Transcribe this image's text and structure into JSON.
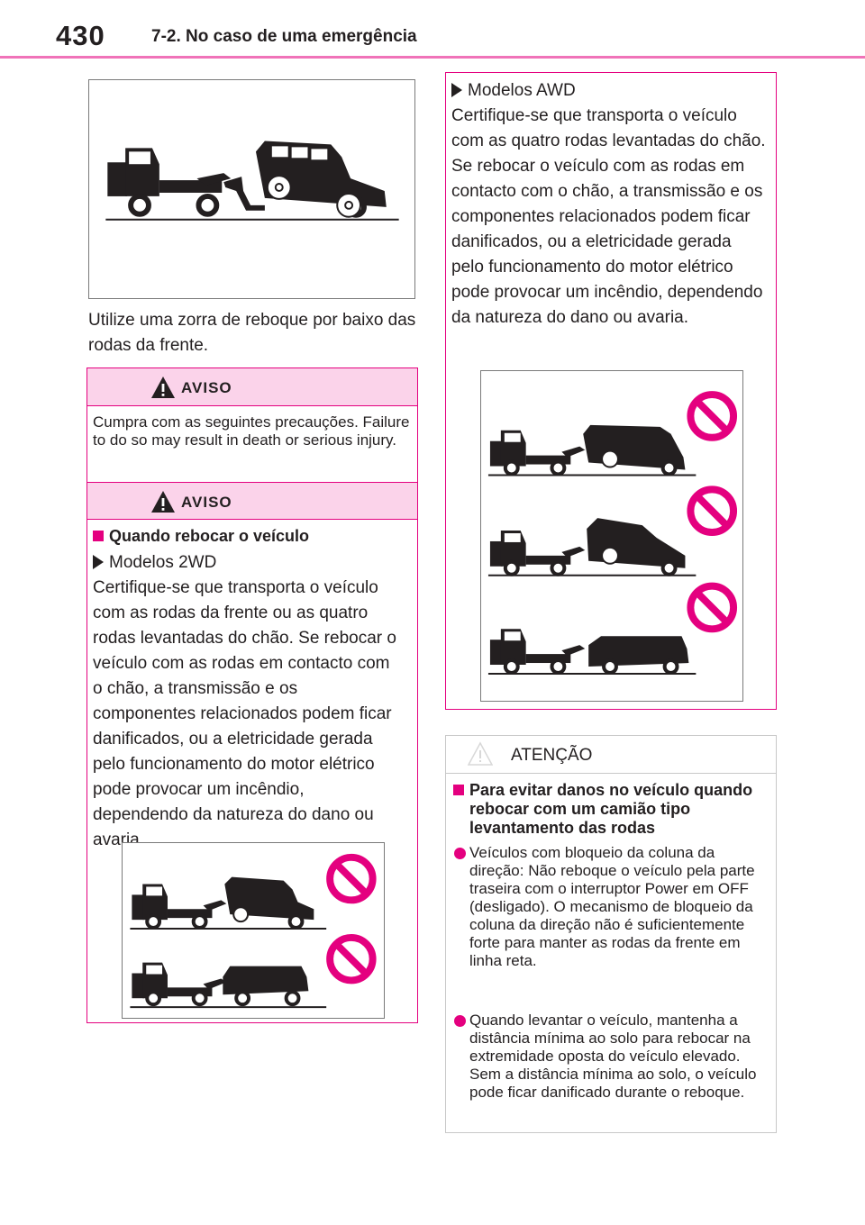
{
  "header": {
    "page_number": "430",
    "section_title": "7-2. No caso de uma emergência"
  },
  "left": {
    "figure_caption": "Utilize uma zorra de reboque por baixo das rodas da frente.",
    "warning": {
      "title1": "AVISO",
      "text1": "Cumpra com as seguintes precauções. Failure to do so may result in death or serious injury.",
      "title2": "AVISO",
      "subheading": "Quando rebocar o veículo",
      "model_label": "Modelos 2WD",
      "body": "Certifique-se que transporta o veículo com as rodas da frente ou as quatro rodas levantadas do chão. Se rebocar o veículo com as rodas em contacto com o chão, a transmissão e os componentes relacionados podem ficar danificados, ou a eletricidade gerada pelo funcionamento do motor elétrico pode provocar um incêndio, dependendo da natureza do dano ou avaria."
    }
  },
  "right": {
    "model_label": "Modelos AWD",
    "body": "Certifique-se que transporta o veículo com as quatro rodas levantadas do chão. Se rebocar o veículo com as rodas em contacto com o chão, a transmissão e os componentes relacionados podem ficar danificados, ou a eletricidade gerada pelo funcionamento do motor elétrico pode provocar um incêndio, dependendo da natureza do dano ou avaria.",
    "attention": {
      "title": "ATENÇÃO",
      "subheading": "Para evitar danos no veículo quando rebocar com um camião tipo levantamento das rodas",
      "items": [
        "Veículos com bloqueio da coluna da direção: Não reboque o veículo pela parte traseira com o interruptor Power em OFF (desligado). O mecanismo de bloqueio da coluna da direção não é suficientemente forte para manter as rodas da frente em linha reta.",
        "Quando levantar o veículo, mantenha a distância mínima ao solo para rebocar na extremidade oposta do veículo elevado. Sem a distância mínima ao solo, o veículo pode ficar danificado durante o reboque."
      ]
    }
  },
  "colors": {
    "accent": "#e4007f",
    "accent_light": "#fbd3ea",
    "text": "#231f20"
  },
  "icons": [
    "warning-triangle-icon",
    "prohibition-icon",
    "tow-truck-icon",
    "arrow-bullet-icon"
  ]
}
